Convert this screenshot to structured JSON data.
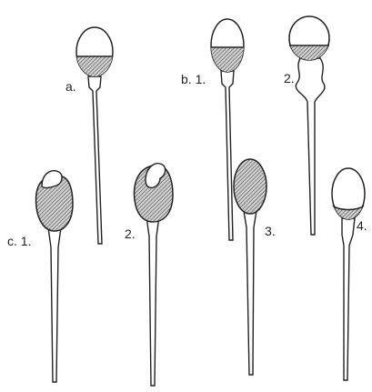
{
  "labels": {
    "a": "a.",
    "b1": "b. 1.",
    "b2": "2.",
    "c1": "c. 1.",
    "c2": "2.",
    "c3": "3.",
    "c4": "4."
  },
  "colors": {
    "ink": "#222222",
    "paper": "#ffffff",
    "hatch": "#555555"
  }
}
